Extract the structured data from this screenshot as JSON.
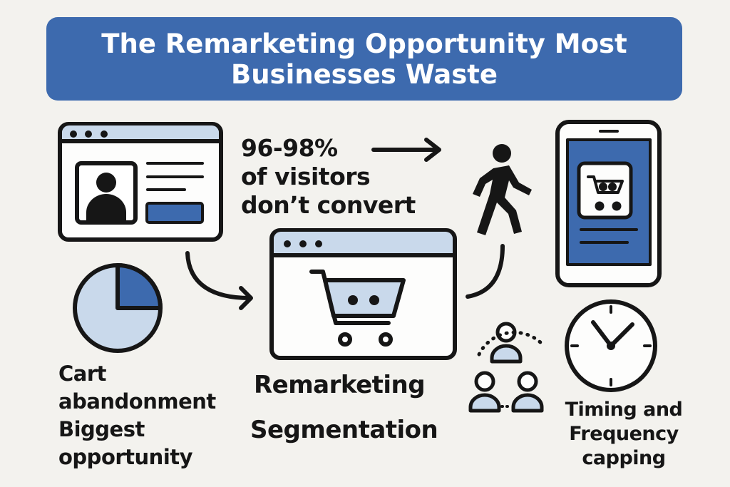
{
  "banner": {
    "line1": "The Remarketing Opportunity Most",
    "line2": "Businesses Waste"
  },
  "stat": {
    "percent": "96-98%",
    "line2": "of visitors",
    "line3": "don’t convert"
  },
  "cart_label": {
    "line1": "Cart",
    "line2": "abandonment",
    "line3": "Biggest",
    "line4": "opportunity"
  },
  "remarketing_label": "Remarketing",
  "segmentation_label": "Segmentation",
  "timing_label": {
    "line1": "Timing and",
    "line2": "Frequency",
    "line3": "capping"
  },
  "pie_fraction_highlighted": 0.25,
  "colors": {
    "brand_blue": "#3d6aae",
    "light_blue": "#c9d9eb",
    "background": "#f3f2ee",
    "ink": "#161616"
  }
}
